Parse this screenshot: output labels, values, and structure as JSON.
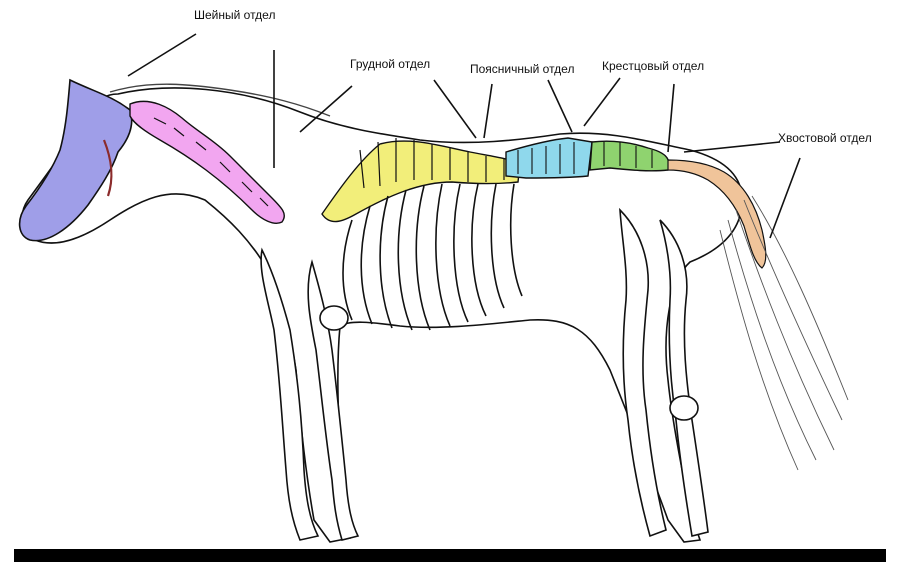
{
  "labels": {
    "cervical": "Шейный отдел",
    "thoracic": "Грудной отдел",
    "lumbar": "Поясничный отдел",
    "sacral": "Крестцовый отдел",
    "caudal": "Хвостовой отдел"
  },
  "colors": {
    "skull": "#9f9ee8",
    "cervical": "#f2a6f0",
    "thoracic": "#f2ee7a",
    "lumbar": "#8fd8ec",
    "sacral": "#8fd36f",
    "caudal": "#f0c49a",
    "outline": "#111111",
    "ground": "#000000"
  },
  "icons": {
    "skeleton": "horse-skeleton-icon"
  }
}
